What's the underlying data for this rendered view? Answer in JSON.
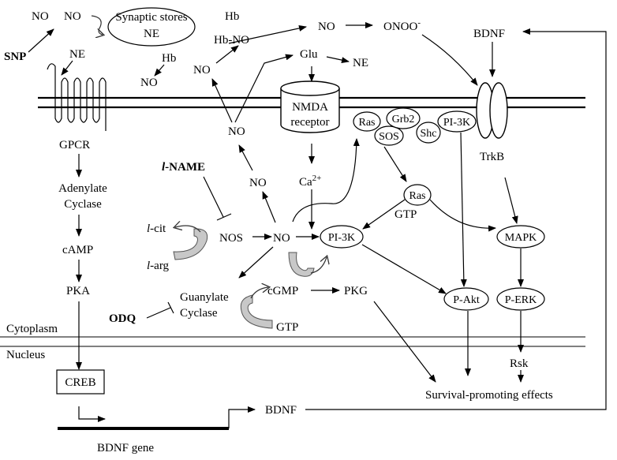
{
  "labels": {
    "snp": "SNP",
    "no_snp_1": "NO",
    "no_snp_2": "NO",
    "synaptic_stores": "Synaptic stores",
    "synaptic_ne": "NE",
    "hb_top": "Hb",
    "hb_no": "Hb-NO",
    "ne_gpcr": "NE",
    "hb_mid": "Hb",
    "no_hb": "NO",
    "no_top_mid": "NO",
    "onoo": "ONOO",
    "onoo_sup": "-",
    "glu": "Glu",
    "ne_glu": "NE",
    "no_left_up": "NO",
    "bdnf_top": "BDNF",
    "nmda_line1": "NMDA",
    "nmda_line2": "receptor",
    "ras": "Ras",
    "grb2": "Grb2",
    "sos": "SOS",
    "shc": "Shc",
    "pi3k_top": "PI-3K",
    "trkb": "TrkB",
    "gpcr": "GPCR",
    "no_center_upper": "NO",
    "no_nos_upper": "NO",
    "ca": "Ca",
    "ca_sup": "2+",
    "lname_l": "l",
    "lname_rest": "-NAME",
    "adenylate": "Adenylate",
    "cyclase_ac": "Cyclase",
    "ras_gtp_ras": "Ras",
    "ras_gtp_gtp": "GTP",
    "lcit_l": "l",
    "lcit_rest": "-cit",
    "nos": "NOS",
    "no_center": "NO",
    "pi3k_center": "PI-3K",
    "mapk": "MAPK",
    "camp": "cAMP",
    "larg_l": "l",
    "larg_rest": "-arg",
    "pka": "PKA",
    "guanylate": "Guanylate",
    "cyclase_gc": "Cyclase",
    "cgmp": "cGMP",
    "pkg": "PKG",
    "pakt": "P-Akt",
    "perk": "P-ERK",
    "odq": "ODQ",
    "cytoplasm": "Cytoplasm",
    "gtp_gc": "GTP",
    "nucleus": "Nucleus",
    "rsk": "Rsk",
    "creb": "CREB",
    "survival": "Survival-promoting effects",
    "bdnf_bottom": "BDNF",
    "bdnf_gene": "BDNF gene"
  }
}
